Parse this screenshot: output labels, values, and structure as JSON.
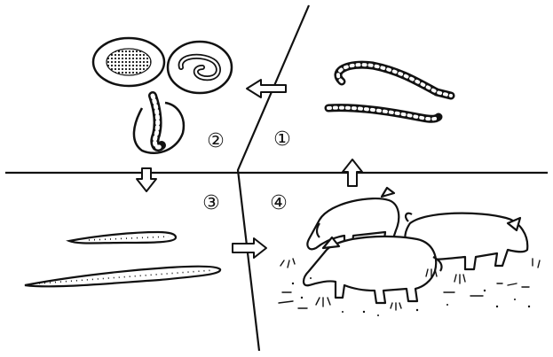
{
  "figure": {
    "background": "#ffffff",
    "ink": "#111111",
    "stage_labels": {
      "stage_1": "①",
      "stage_2": "②",
      "stage_3": "③",
      "stage_4": "④"
    }
  }
}
